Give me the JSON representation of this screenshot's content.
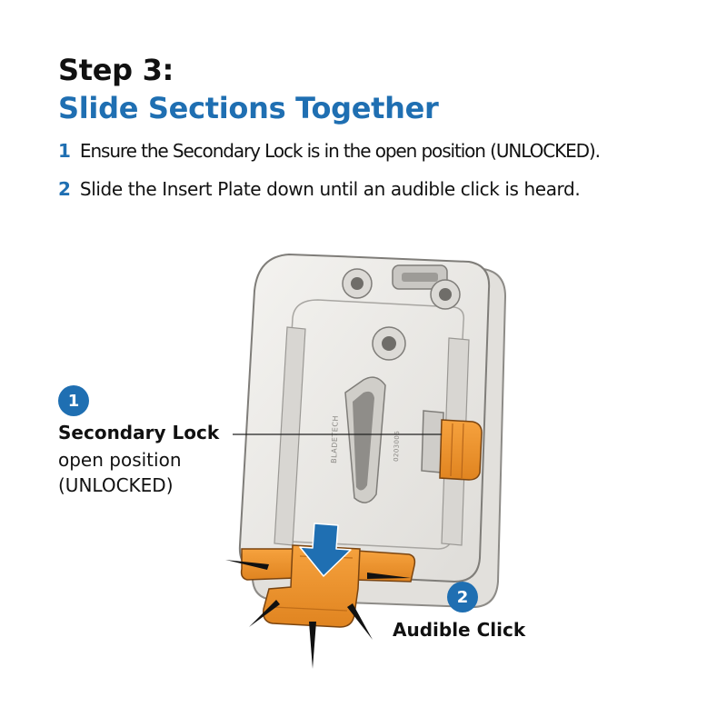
{
  "header": {
    "step_title": "Step 3:",
    "subtitle": "Slide Sections Together"
  },
  "instructions": [
    {
      "number": "1",
      "text": "Ensure the Secondary Lock is in the open position (UNLOCKED)."
    },
    {
      "number": "2",
      "text": "Slide the Insert Plate down until an audible click is heard."
    }
  ],
  "callouts": {
    "secondary_lock": {
      "badge": "1",
      "heading": "Secondary Lock",
      "line2": "open position",
      "line3": "(UNLOCKED)"
    },
    "audible_click": {
      "badge": "2",
      "label": "Audible Click"
    }
  },
  "part_markings": {
    "brand": "BLADETECH",
    "serial": "0203006"
  },
  "colors": {
    "accent_blue": "#1f6fb2",
    "part_orange": "#f0932b",
    "part_gray": "#eceae6"
  }
}
